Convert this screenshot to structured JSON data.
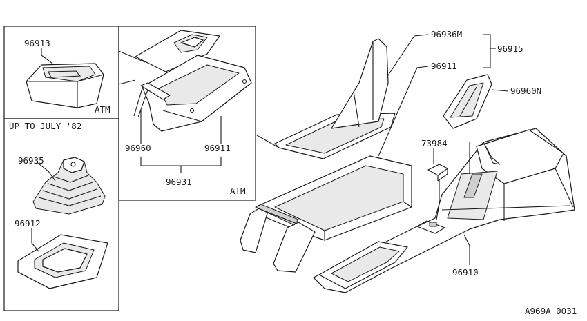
{
  "labels": {
    "p96913": "96913",
    "atm1": "ATM",
    "up_to_july": "UP TO JULY '82",
    "p96935": "96935",
    "p96912": "96912",
    "p96960": "96960",
    "p96911a": "96911",
    "p96931": "96931",
    "atm2": "ATM",
    "p96936m": "96936M",
    "p96915": "96915",
    "p96911b": "96911",
    "p96960n": "96960N",
    "p73984": "73984",
    "p96910": "96910",
    "diagram_code": "A969A 0031"
  }
}
